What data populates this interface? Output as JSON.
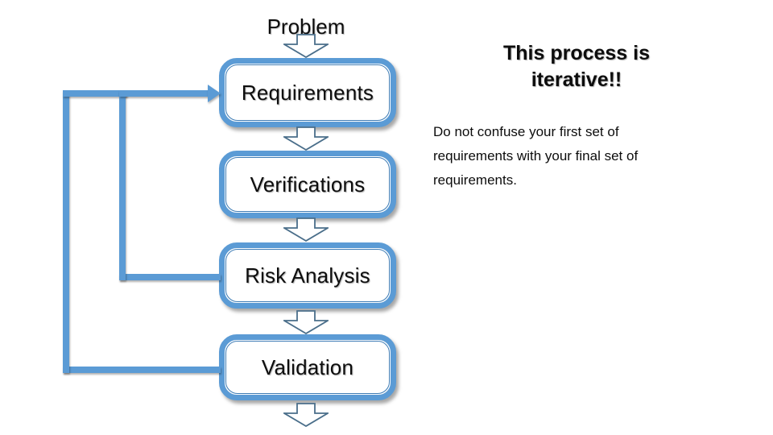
{
  "slide": {
    "background_color": "#ffffff",
    "accent_color": "#5B9BD5",
    "accent_dark_color": "#3E7CB5",
    "text_color": "#0d0d0d"
  },
  "flow": {
    "input_label": "Problem",
    "steps": [
      {
        "label": "Requirements"
      },
      {
        "label": "Verifications"
      },
      {
        "label": "Risk Analysis"
      },
      {
        "label": "Validation"
      }
    ],
    "arrows": [
      {
        "name": "arrow-problem-to-requirements",
        "direction": "down"
      },
      {
        "name": "arrow-requirements-to-verifications",
        "direction": "down"
      },
      {
        "name": "arrow-verifications-to-risk-analysis",
        "direction": "down"
      },
      {
        "name": "arrow-risk-analysis-to-validation",
        "direction": "down"
      },
      {
        "name": "arrow-validation-output",
        "direction": "down"
      }
    ],
    "feedback_loops": [
      {
        "name": "feedback-risk-analysis-to-requirements",
        "from": "Risk Analysis",
        "to": "Requirements"
      },
      {
        "name": "feedback-validation-to-requirements",
        "from": "Validation",
        "to": "Requirements"
      }
    ]
  },
  "callout": {
    "heading_line_1": "This process is",
    "heading_line_2": "iterative!!",
    "body_line_1": "Do not confuse your first set of",
    "body_line_2": "requirements with your final set of",
    "body_line_3": "requirements."
  }
}
